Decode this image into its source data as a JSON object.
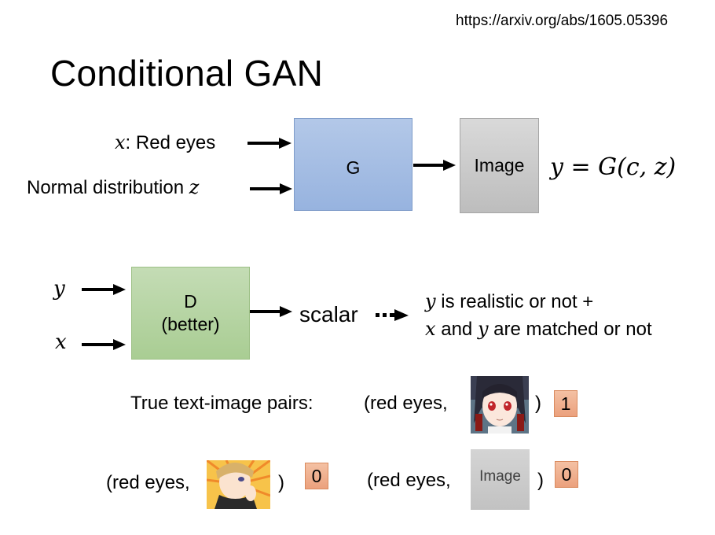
{
  "source_url": "https://arxiv.org/abs/1605.05396",
  "title": "Conditional GAN",
  "generator": {
    "input_x_var": "x",
    "input_x_label": ": Red eyes",
    "input_z_label": "Normal distribution ",
    "input_z_var": "z",
    "box_label": "G",
    "output_label": "Image",
    "equation": "y = G(c, z)"
  },
  "discriminator": {
    "input_y_var": "y",
    "input_x_var": "x",
    "box_line1": "D",
    "box_line2": "(better)",
    "output_label": "scalar",
    "meaning_line1_var": "y",
    "meaning_line1_text": " is realistic or not +",
    "meaning_line2_var1": "x",
    "meaning_line2_mid": " and ",
    "meaning_line2_var2": "y",
    "meaning_line2_end": " are matched or not"
  },
  "pairs": {
    "true_label": "True text-image pairs:",
    "items": [
      {
        "prefix": "(red eyes,",
        "image": "anime-girl-red-eyes",
        "suffix": ")",
        "score": "1"
      },
      {
        "prefix": "(red eyes,",
        "image": "anime-boy-blue-eyes",
        "suffix": ")",
        "score": "0"
      },
      {
        "prefix": "(red eyes,",
        "image_placeholder": "Image",
        "suffix": ")",
        "score": "0"
      }
    ]
  },
  "colors": {
    "generator_box": "#a5bee3",
    "image_box": "#cccccc",
    "discriminator_box": "#b6d4a3",
    "score_box": "#f0b08f"
  }
}
